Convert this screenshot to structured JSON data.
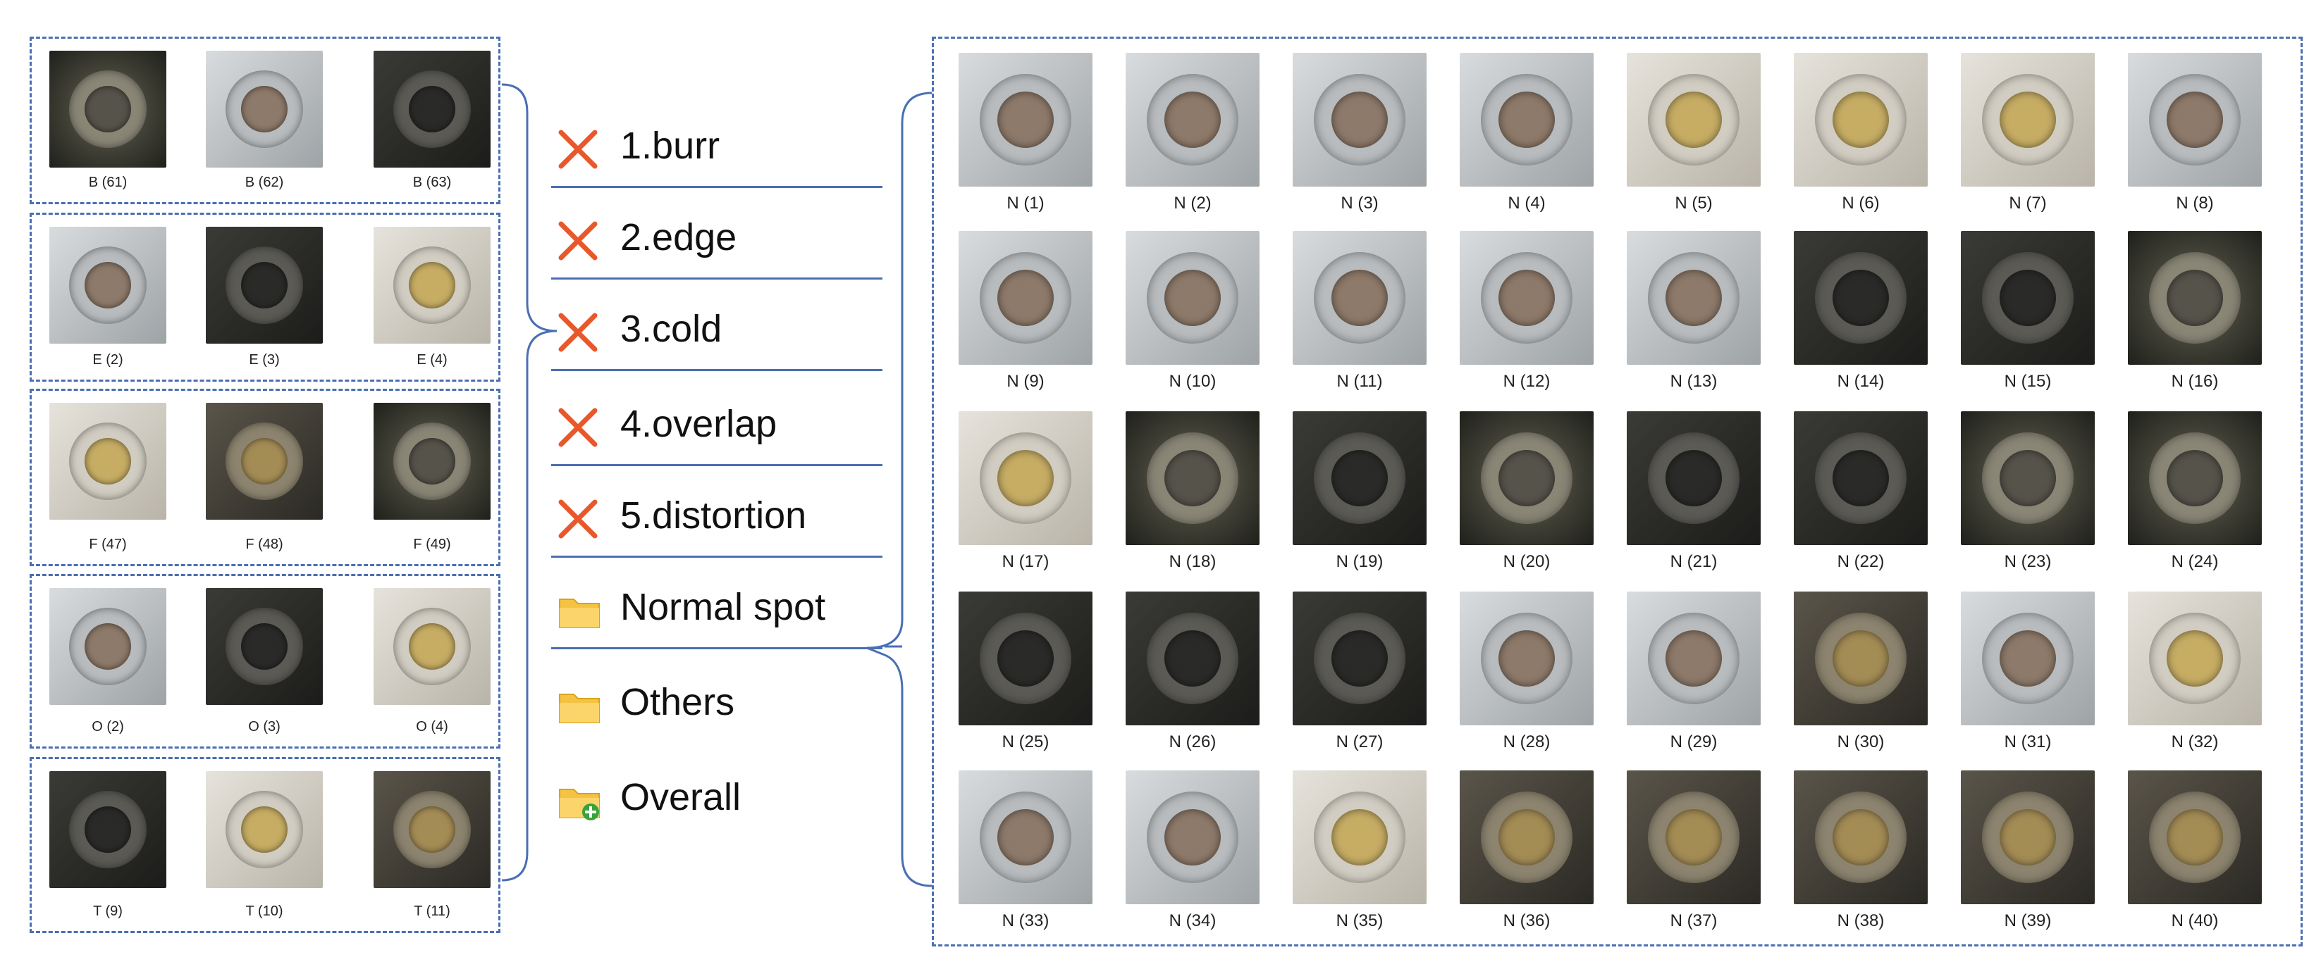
{
  "categories": [
    {
      "label": "1.burr",
      "icon": "cross-icon"
    },
    {
      "label": "2.edge",
      "icon": "cross-icon"
    },
    {
      "label": "3.cold",
      "icon": "cross-icon"
    },
    {
      "label": "4.overlap",
      "icon": "cross-icon"
    },
    {
      "label": "5.distortion",
      "icon": "cross-icon"
    },
    {
      "label": "Normal spot",
      "icon": "folder-icon"
    },
    {
      "label": "Others",
      "icon": "folder-icon"
    },
    {
      "label": "Overall",
      "icon": "folder-add-icon"
    }
  ],
  "defect_groups": [
    {
      "name": "burr",
      "samples": [
        "B (61)",
        "B (62)",
        "B (63)"
      ]
    },
    {
      "name": "edge",
      "samples": [
        "E (2)",
        "E (3)",
        "E (4)"
      ]
    },
    {
      "name": "cold",
      "samples": [
        "F (47)",
        "F (48)",
        "F (49)"
      ]
    },
    {
      "name": "overlap",
      "samples": [
        "O (2)",
        "O (3)",
        "O (4)"
      ]
    },
    {
      "name": "distortion",
      "samples": [
        "T (9)",
        "T (10)",
        "T (11)"
      ]
    }
  ],
  "normal_samples": [
    "N (1)",
    "N (2)",
    "N (3)",
    "N (4)",
    "N (5)",
    "N (6)",
    "N (7)",
    "N (8)",
    "N (9)",
    "N (10)",
    "N (11)",
    "N (12)",
    "N (13)",
    "N (14)",
    "N (15)",
    "N (16)",
    "N (17)",
    "N (18)",
    "N (19)",
    "N (20)",
    "N (21)",
    "N (22)",
    "N (23)",
    "N (24)",
    "N (25)",
    "N (26)",
    "N (27)",
    "N (28)",
    "N (29)",
    "N (30)",
    "N (31)",
    "N (32)",
    "N (33)",
    "N (34)",
    "N (35)",
    "N (36)",
    "N (37)",
    "N (38)",
    "N (39)",
    "N (40)"
  ],
  "colors": {
    "border": "#4a6fb3",
    "cross": "#e8582a",
    "folder": "#f5c242",
    "folder_add": "#3aa23a"
  }
}
